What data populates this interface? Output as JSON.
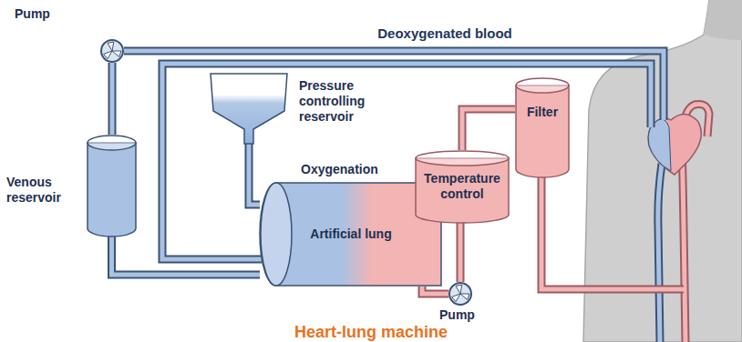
{
  "diagram": {
    "title": "Heart-lung machine",
    "nodes": [
      {
        "text": [
          "Pump"
        ]
      },
      {
        "text": [
          "Pressure controlling reservoir"
        ]
      },
      {
        "text": [
          "Venous reservoir"
        ]
      },
      {
        "text": [
          "Oxygenation",
          "Artificial lung"
        ]
      },
      {
        "text": [
          "Temperature control"
        ]
      },
      {
        "text": [
          "Filter"
        ]
      },
      {
        "text": [
          "Pump"
        ]
      }
    ],
    "edges": [
      {
        "from": 0,
        "to": 2,
        "arrow": "none"
      },
      {
        "from": 2,
        "to": 3,
        "arrow": "none"
      },
      {
        "from": 1,
        "to": 3,
        "arrow": "none"
      },
      {
        "from": 3,
        "to": 6,
        "arrow": "none"
      },
      {
        "from": 6,
        "to": 4,
        "arrow": "none"
      },
      {
        "from": 4,
        "to": 5,
        "arrow": "none"
      }
    ],
    "labels": [
      "Deoxygenated blood"
    ]
  }
}
